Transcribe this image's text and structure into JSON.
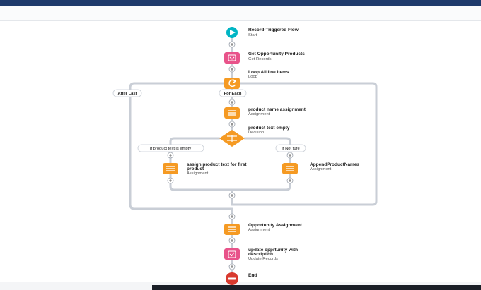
{
  "nodes": {
    "start": {
      "title": "Record-Triggered Flow",
      "subtitle": "Start",
      "color": "#00b5c4",
      "icon": "play-icon"
    },
    "get": {
      "title": "Get Opportunity Products",
      "subtitle": "Get Records",
      "color": "#e8538a",
      "icon": "get-records-icon"
    },
    "loop": {
      "title": "Loop All line items",
      "subtitle": "Loop",
      "color": "#f59a23",
      "icon": "loop-icon"
    },
    "assign1": {
      "title": "product name assignment",
      "subtitle": "Assignment",
      "color": "#f59a23",
      "icon": "assignment-icon"
    },
    "decision": {
      "title": "product text empty",
      "subtitle": "Decision",
      "color": "#f59a23",
      "icon": "decision-icon"
    },
    "assignL": {
      "title1": "assign product text for first",
      "title2": "product",
      "subtitle": "Assignment",
      "color": "#f59a23",
      "icon": "assignment-icon"
    },
    "assignR": {
      "title": "AppendProductNames",
      "subtitle": "Assignment",
      "color": "#f59a23",
      "icon": "assignment-icon"
    },
    "oppAssign": {
      "title": "Opportunity Assignment",
      "subtitle": "Assignment",
      "color": "#f59a23",
      "icon": "assignment-icon"
    },
    "update": {
      "title1": "update opprtunity with",
      "title2": "description",
      "subtitle": "Update Records",
      "color": "#e8538a",
      "icon": "update-records-icon"
    },
    "end": {
      "title": "End",
      "color": "#d83a2f",
      "icon": "stop-icon"
    }
  },
  "labels": {
    "after_last": "After Last",
    "for_each": "For Each",
    "branch_left": "If product text is empty",
    "branch_right": "If Not ture"
  },
  "colors": {
    "connector": "#c9ced6",
    "add_button_border": "#9aa1ab",
    "top_bar": "#1e3a6b"
  }
}
